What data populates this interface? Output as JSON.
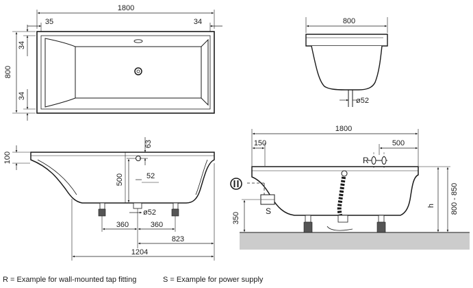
{
  "views": {
    "top": {
      "overall_width": "1800",
      "rim_left": "35",
      "rim_right": "34",
      "overall_depth": "800",
      "rim_top": "34",
      "rim_bottom": "34"
    },
    "end": {
      "width": "800",
      "drain_diameter": "ø52"
    },
    "side": {
      "rim_height": "100",
      "overflow_offset": "63",
      "overflow_depth": "500",
      "drain_offset": "52",
      "drain_diameter": "ø52",
      "foot_left": "360",
      "foot_right": "360",
      "drain_to_end": "823",
      "foot_span": "1204"
    },
    "installation": {
      "overall_length": "1800",
      "tap_offset": "150",
      "tap_spacing": "500",
      "tap_label": "R",
      "power_label": "S",
      "power_height": "350",
      "height_range": "800 - 850",
      "height_symbol": "h"
    }
  },
  "legend": {
    "r": "R = Example for wall-mounted tap fitting",
    "s": "S = Example for power supply"
  },
  "colors": {
    "line": "#1a1a1a",
    "floor": "#cccccc",
    "bath_fill": "#ffffff"
  }
}
